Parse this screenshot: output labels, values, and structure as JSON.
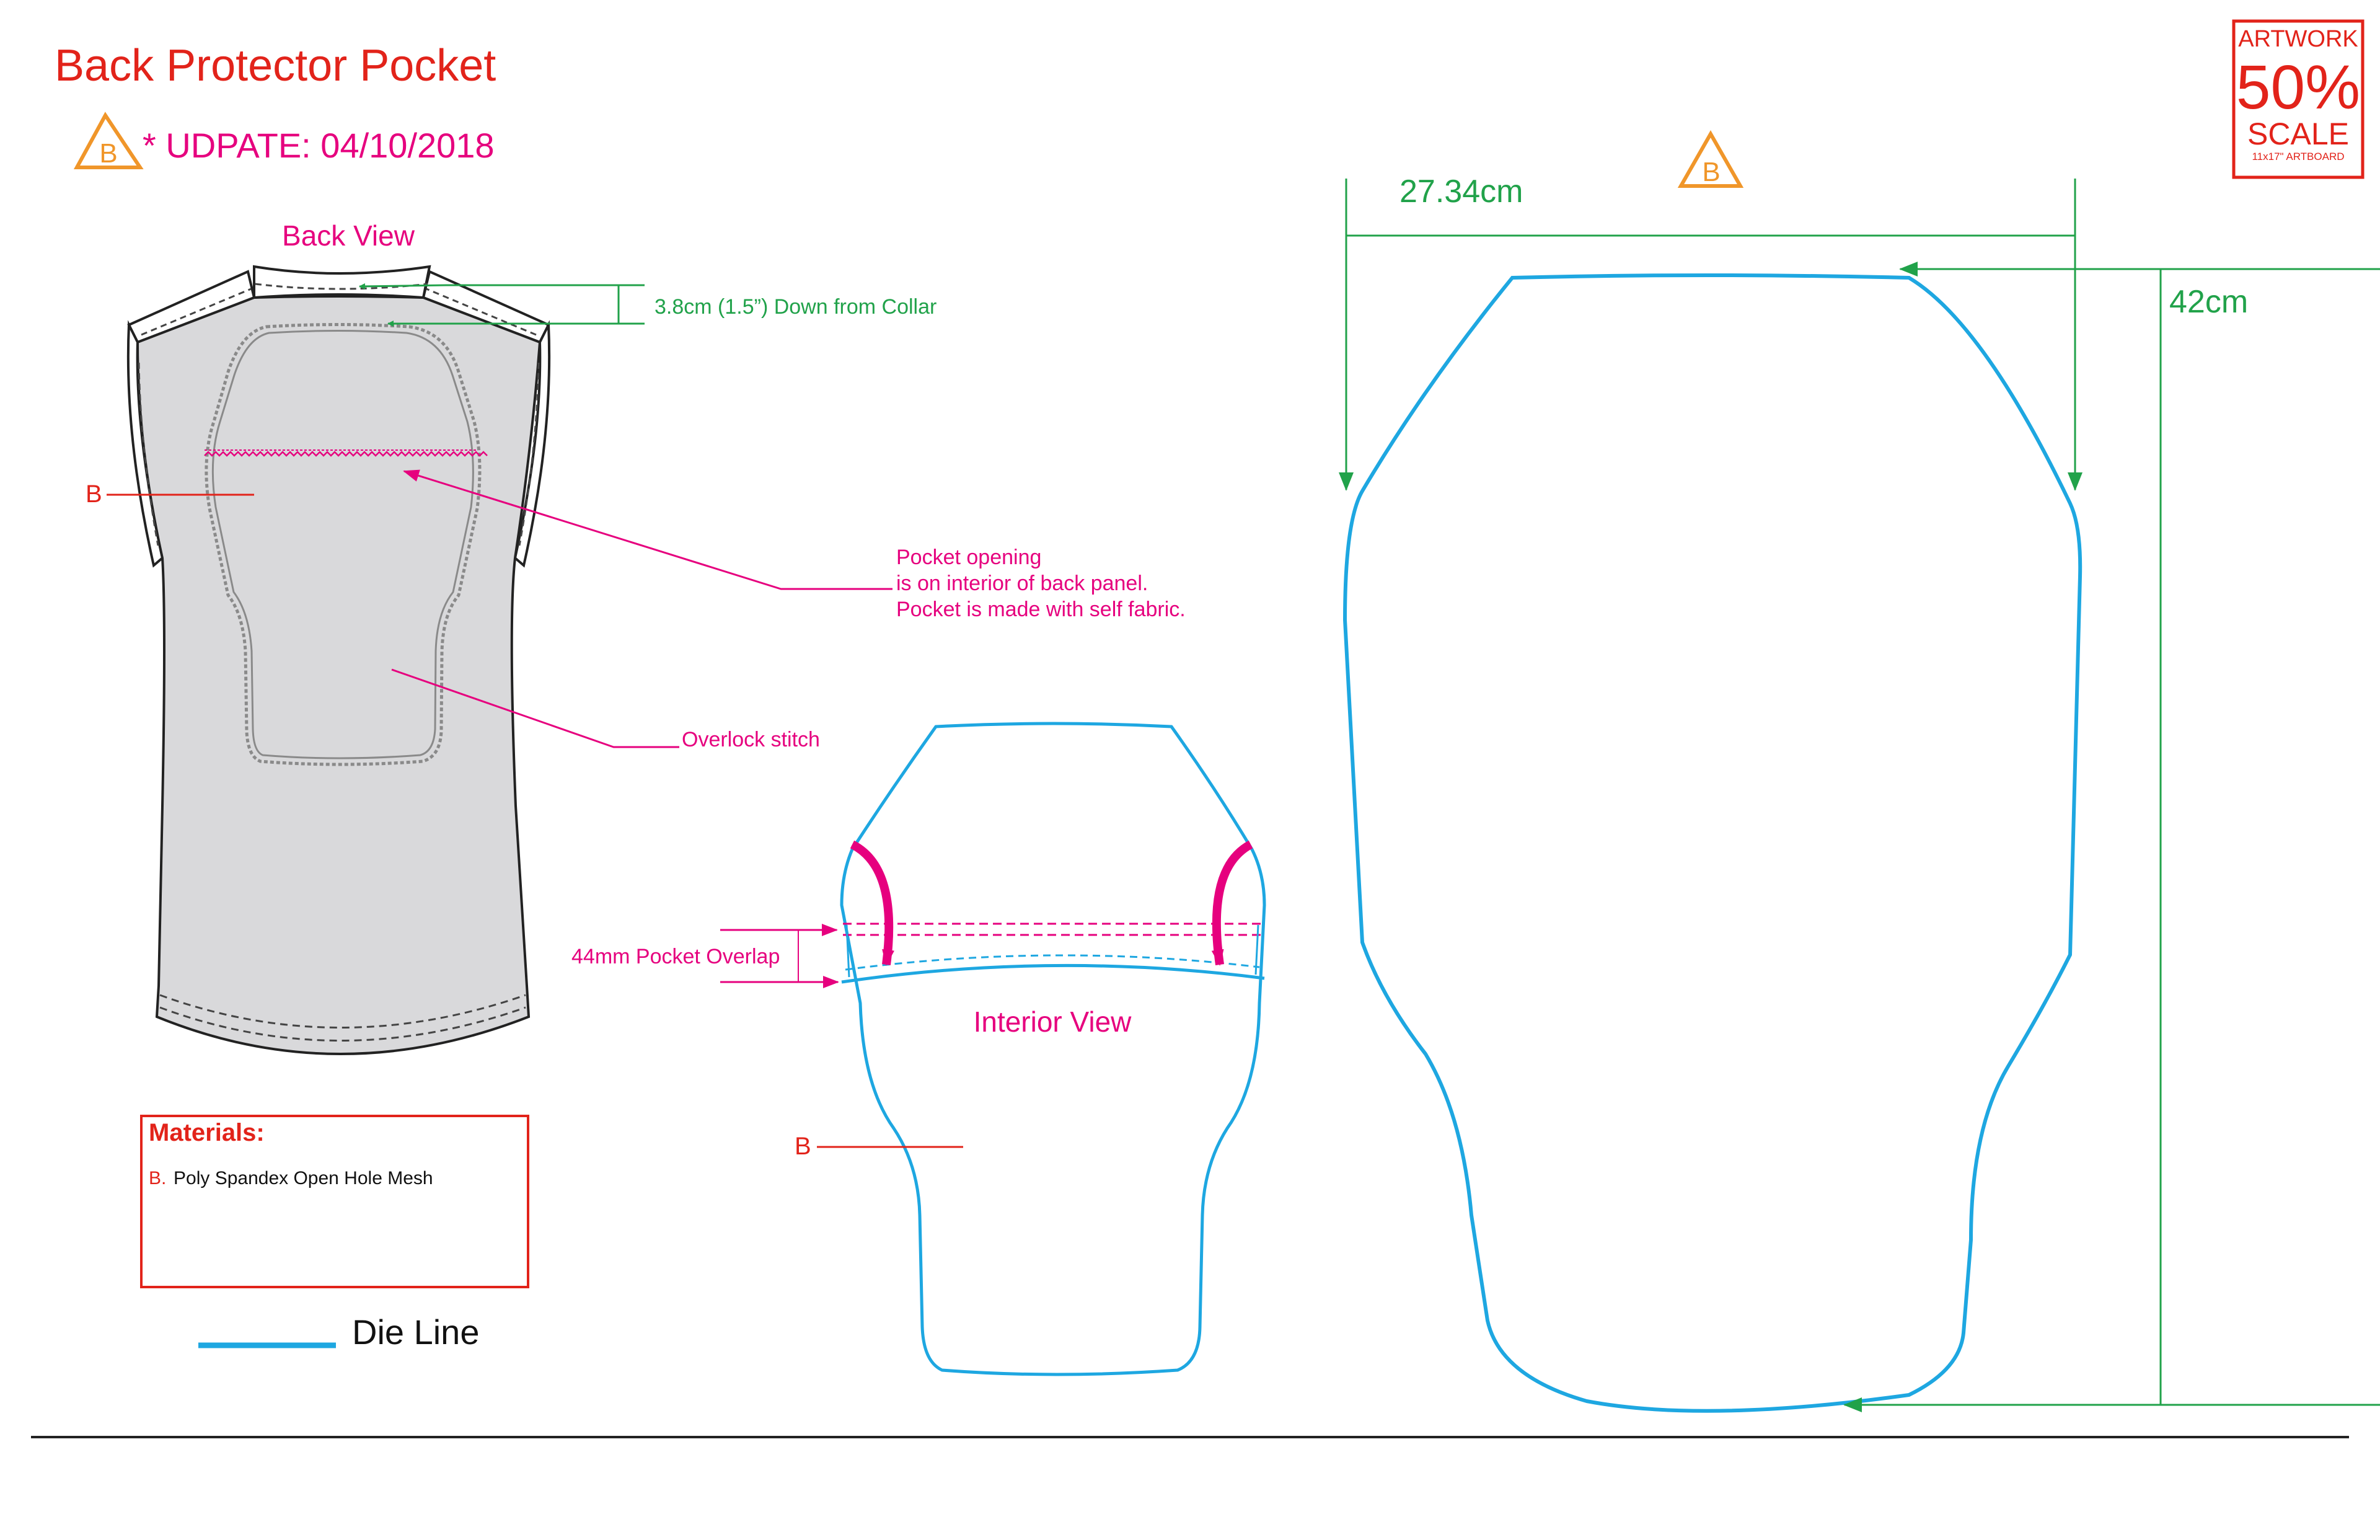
{
  "title": "Back Protector Pocket",
  "revision": {
    "badge": "B",
    "text": "* UDPATE: 04/10/2018"
  },
  "stamp": {
    "line1": "ARTWORK",
    "scale": "50%",
    "line2": "SCALE",
    "line3": "11x17\" ARTBOARD"
  },
  "back_view": {
    "label": "Back View",
    "collar_note": "3.8cm  (1.5”)  Down from Collar",
    "material_callout": "B",
    "pocket_note": [
      "Pocket opening",
      "is on interior of back panel.",
      "Pocket is made with self fabric."
    ],
    "overlock_note": "Overlock stitch"
  },
  "interior_view": {
    "label": "Interior View",
    "overlap_note": "44mm Pocket Overlap",
    "material_callout": "B"
  },
  "die_line": {
    "badge": "B",
    "width_label": "27.34cm",
    "height_label": "42cm"
  },
  "materials": {
    "heading": "Materials:",
    "item_code": "B.",
    "item_text": "Poly Spandex Open Hole Mesh"
  },
  "legend": {
    "die_line_label": "Die Line"
  },
  "colors": {
    "title_red": "#e2231a",
    "magenta": "#e6007e",
    "green": "#21a24a",
    "blue": "#1ea7e1",
    "orange": "#f0962a",
    "garment_fill": "#d9d9db"
  }
}
